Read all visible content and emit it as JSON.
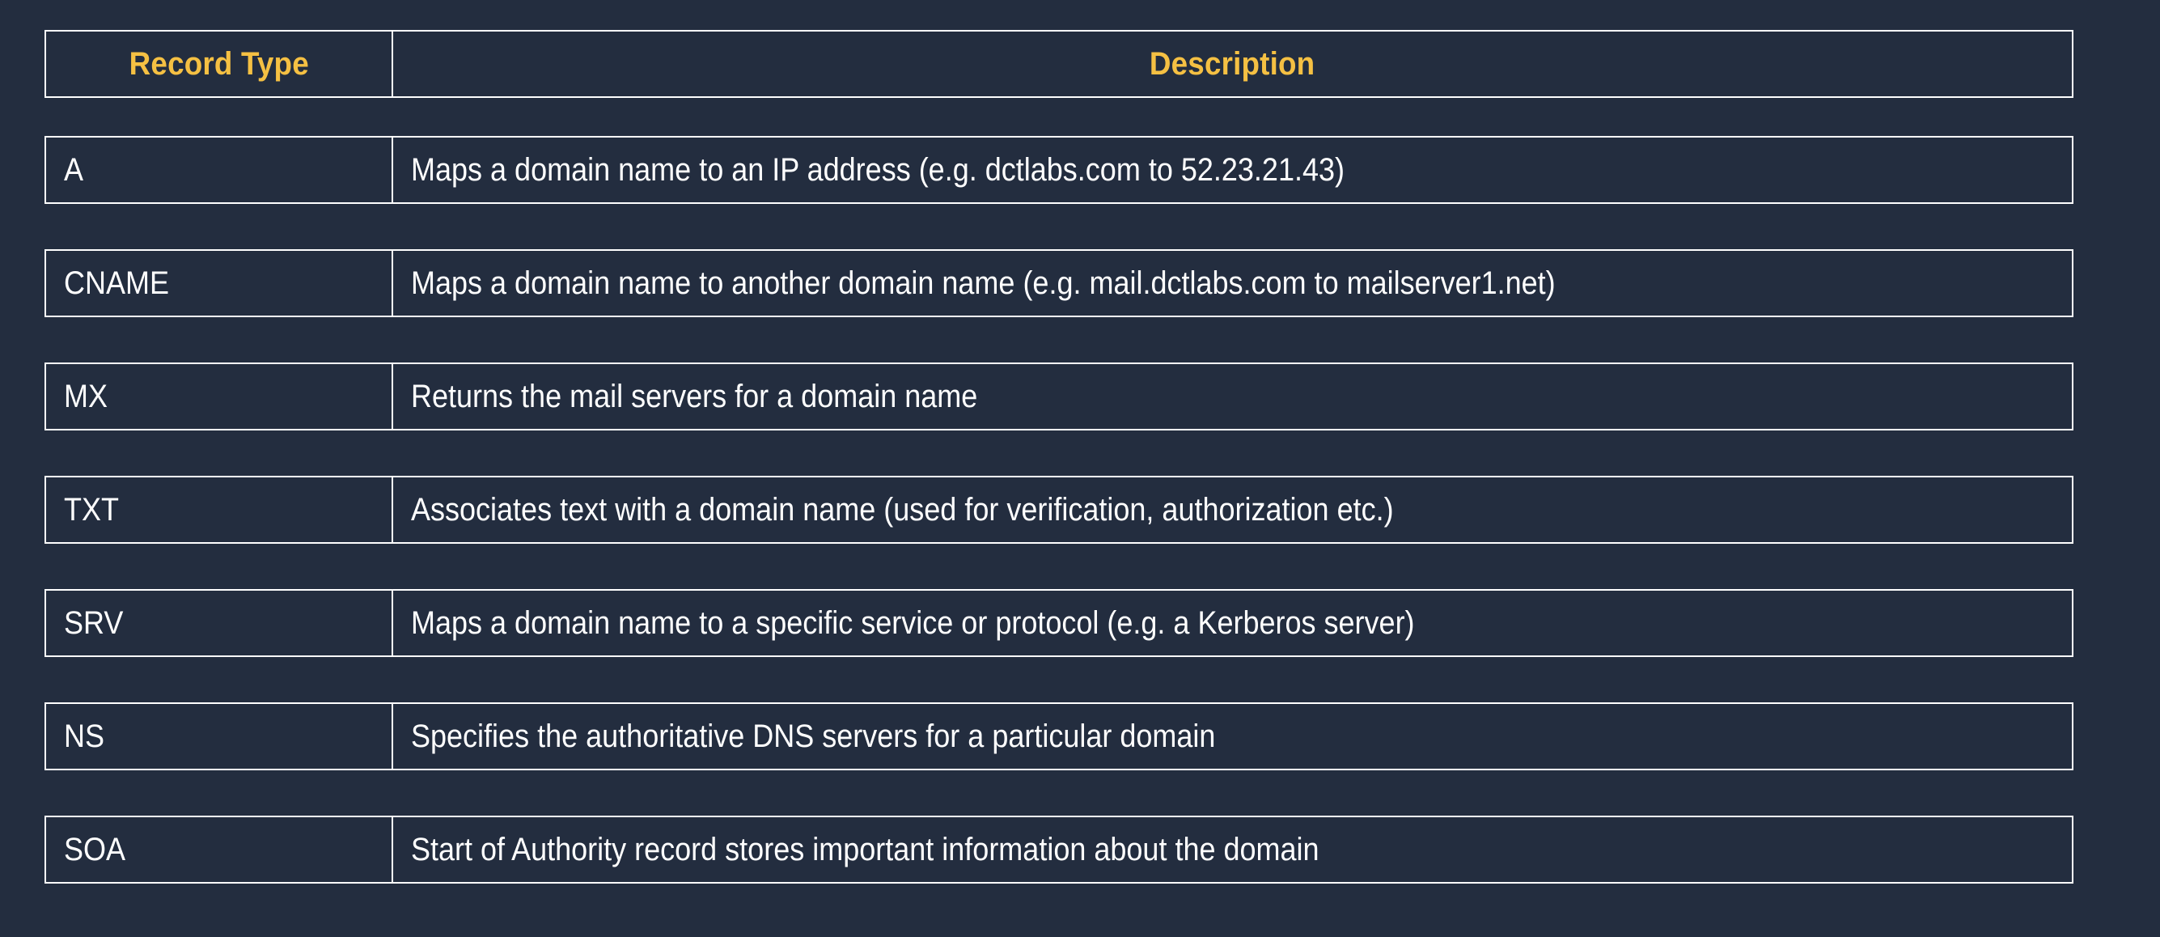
{
  "theme": {
    "background": "#232d3f",
    "border": "#ffffff",
    "header_text": "#f5c043",
    "body_text": "#ffffff"
  },
  "table": {
    "columns": [
      {
        "key": "record_type",
        "label": "Record Type"
      },
      {
        "key": "description",
        "label": "Description"
      }
    ],
    "rows": [
      {
        "record_type": "A",
        "description": "Maps a domain name to an IP address (e.g. dctlabs.com to 52.23.21.43)"
      },
      {
        "record_type": "CNAME",
        "description": "Maps a domain name to another domain name (e.g. mail.dctlabs.com to mailserver1.net)"
      },
      {
        "record_type": "MX",
        "description": "Returns the mail servers for a domain name"
      },
      {
        "record_type": "TXT",
        "description": "Associates text with a domain name (used for verification, authorization etc.)"
      },
      {
        "record_type": "SRV",
        "description": "Maps a domain name to a specific service or protocol (e.g. a Kerberos server)"
      },
      {
        "record_type": "NS",
        "description": "Specifies the authoritative DNS servers for a particular domain"
      },
      {
        "record_type": "SOA",
        "description": "Start of Authority record stores important information about the domain"
      }
    ]
  }
}
